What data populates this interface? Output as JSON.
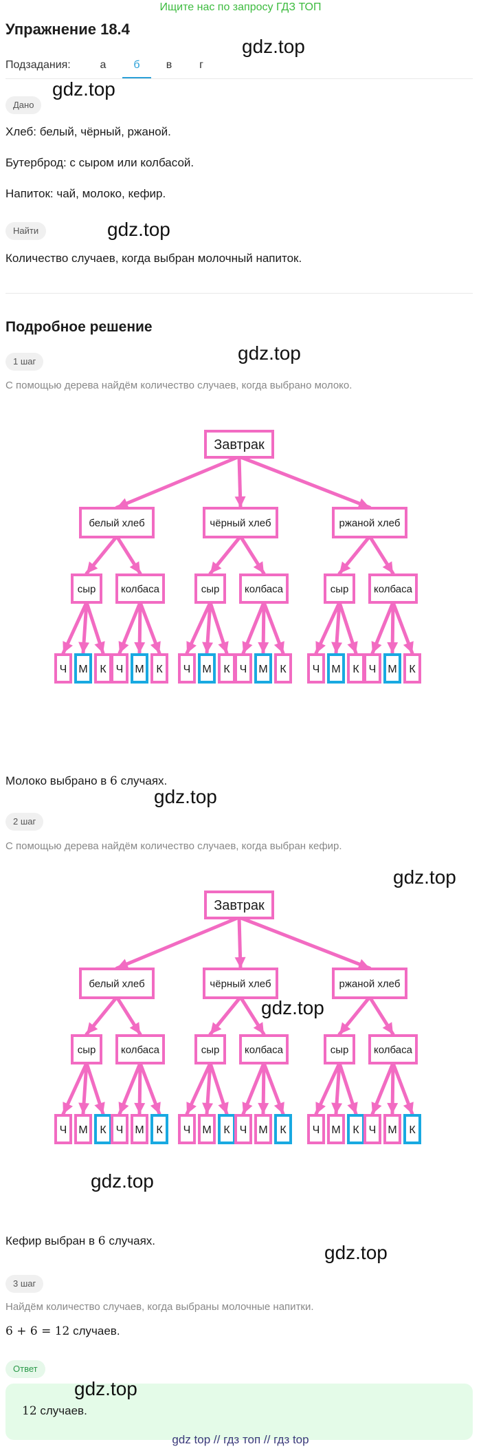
{
  "banner": "Ищите нас по запросу ГДЗ ТОП",
  "title": "Упражнение 18.4",
  "subtasks": {
    "label": "Подзадания:",
    "tabs": [
      "а",
      "б",
      "в",
      "г"
    ],
    "active": "б"
  },
  "given": {
    "label": "Дано",
    "lines": [
      "Хлеб: белый, чёрный, ржаной.",
      "Бутерброд: с сыром или колбасой.",
      "Напиток: чай, молоко, кефир."
    ]
  },
  "find": {
    "label": "Найти",
    "text": "Количество случаев, когда выбран молочный напиток."
  },
  "solution": {
    "heading": "Подробное решение",
    "step1": {
      "label": "1 шаг",
      "text": "С помощью дерева найдём количество случаев, когда выбрано молоко.",
      "result_prefix": "Молоко выбрано в ",
      "result_num": "6",
      "result_suffix": " случаях."
    },
    "step2": {
      "label": "2 шаг",
      "text": "С помощью дерева найдём количество случаев, когда выбран кефир.",
      "result_prefix": "Кефир выбран в ",
      "result_num": "6",
      "result_suffix": " случаях."
    },
    "step3": {
      "label": "3 шаг",
      "text": "Найдём количество случаев, когда выбраны молочные напитки.",
      "formula": "6 + 6 = 12",
      "formula_suffix": " случаев."
    },
    "answer": {
      "label": "Ответ",
      "num": "12",
      "suffix": " случаев."
    }
  },
  "tree": {
    "root": "Завтрак",
    "breads": [
      "белый хлеб",
      "чёрный хлеб",
      "ржаной хлеб"
    ],
    "fillings": [
      "сыр",
      "колбаса"
    ],
    "drinks": [
      "Ч",
      "М",
      "К"
    ],
    "highlight_step1": "М",
    "highlight_step2": "К",
    "colors": {
      "line": "#f26bc2",
      "box": "#f26bc2",
      "highlight": "#19a9e1"
    }
  },
  "watermarks": [
    "gdz.top",
    "gdz.top",
    "gdz.top",
    "gdz.top",
    "gdz.top",
    "gdz.top",
    "gdz.top",
    "gdz.top",
    "gdz.top",
    "gdz.top"
  ],
  "footer": "gdz top  //  гдз топ  //  гдз top"
}
